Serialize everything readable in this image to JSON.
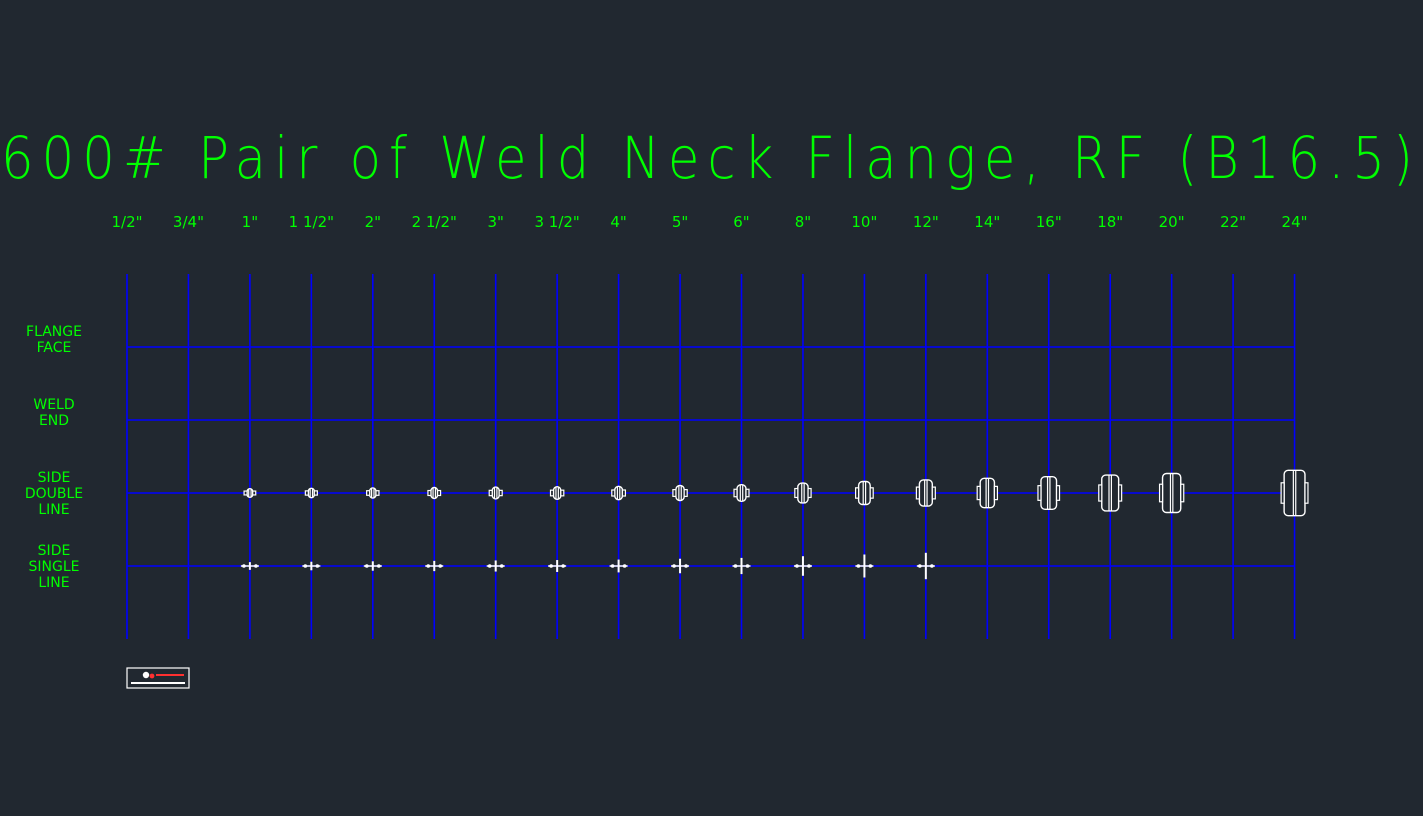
{
  "title": "600# Pair of Weld Neck Flange, RF (B16.5)",
  "colors": {
    "background": "#212830",
    "text": "#00ff00",
    "grid": "#0000ff",
    "symbol": "#ffffff"
  },
  "sizes": [
    "1/2\"",
    "3/4\"",
    "1\"",
    "1 1/2\"",
    "2\"",
    "2 1/2\"",
    "3\"",
    "3 1/2\"",
    "4\"",
    "5\"",
    "6\"",
    "8\"",
    "10\"",
    "12\"",
    "14\"",
    "16\"",
    "18\"",
    "20\"",
    "22\"",
    "24\""
  ],
  "rows": [
    {
      "id": "flange-face",
      "lines": [
        "FLANGE",
        "FACE"
      ]
    },
    {
      "id": "weld-end",
      "lines": [
        "WELD",
        "END"
      ]
    },
    {
      "id": "side-double-line",
      "lines": [
        "SIDE",
        "DOUBLE",
        "LINE"
      ]
    },
    {
      "id": "side-single-line",
      "lines": [
        "SIDE",
        "SINGLE",
        "LINE"
      ]
    }
  ],
  "symbols": {
    "double_line_sizes": [
      "1\"",
      "1 1/2\"",
      "2\"",
      "2 1/2\"",
      "3\"",
      "3 1/2\"",
      "4\"",
      "5\"",
      "6\"",
      "8\"",
      "10\"",
      "12\"",
      "14\"",
      "16\"",
      "18\"",
      "20\"",
      "24\""
    ],
    "single_line_sizes": [
      "1\"",
      "1 1/2\"",
      "2\"",
      "2 1/2\"",
      "3\"",
      "3 1/2\"",
      "4\"",
      "5\"",
      "6\"",
      "8\"",
      "10\"",
      "12\""
    ]
  },
  "logo": {
    "icon": "logo-badge-icon"
  }
}
